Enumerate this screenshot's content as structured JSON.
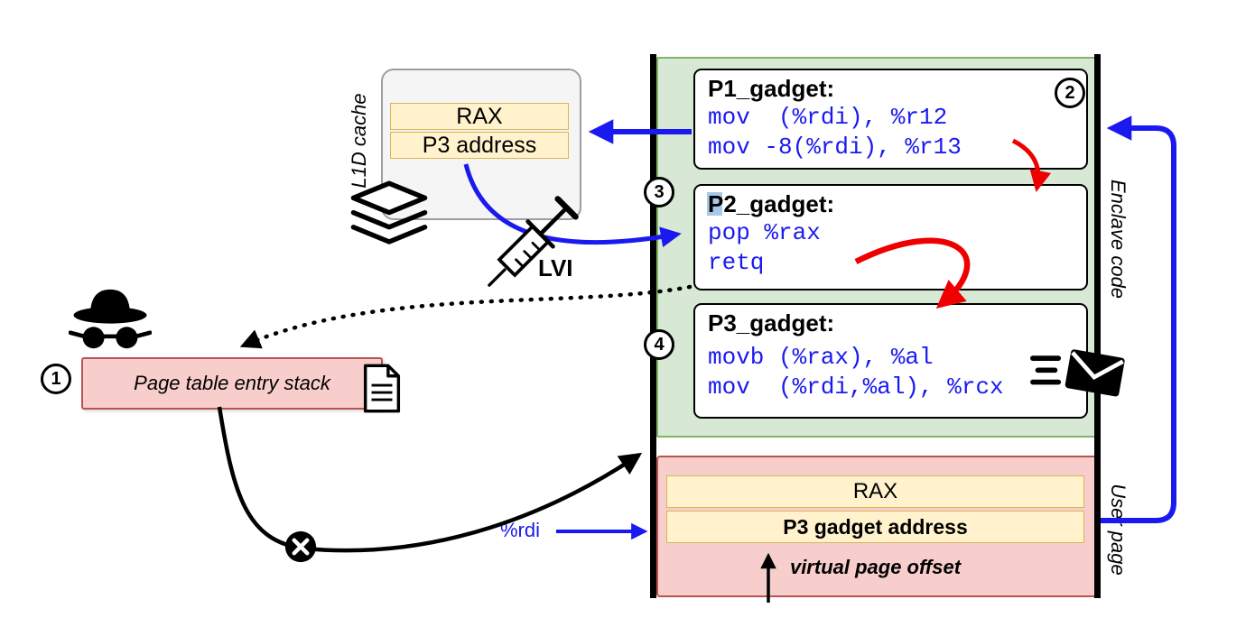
{
  "colors": {
    "blue": "#1a1af0",
    "red": "#ee0000",
    "green_fill": "#d7e9d4",
    "green_border": "#82b366",
    "yellow_fill": "#fff2cc",
    "yellow_border": "#d6b656",
    "pink_fill": "#f8cecc",
    "pink_border": "#b85450",
    "gray_fill": "#f5f5f5",
    "gray_border": "#9e9e9e"
  },
  "cache": {
    "label": "L1D cache",
    "rows": [
      "RAX",
      "P3 address"
    ]
  },
  "lvi": {
    "label": "LVI"
  },
  "steps": {
    "s1": "1",
    "s2": "2",
    "s3": "3",
    "s4": "4"
  },
  "pte": {
    "label": "Page table entry stack"
  },
  "enclave": {
    "side_label": "Enclave code",
    "gadgets": [
      {
        "title": "P1_gadget:",
        "lines": [
          "mov  (%rdi), %r12",
          "mov -8(%rdi), %r13"
        ]
      },
      {
        "title": "P2_gadget:",
        "lines": [
          "pop %rax",
          "retq"
        ]
      },
      {
        "title": "P3_gadget:",
        "lines": [
          "movb (%rax), %al",
          "mov  (%rdi,%al), %rcx"
        ]
      }
    ]
  },
  "user_page": {
    "side_label": "User page",
    "rows": [
      "RAX",
      "P3 gadget address"
    ],
    "offset_label": "virtual page offset"
  },
  "rdi": {
    "label": "%rdi"
  }
}
